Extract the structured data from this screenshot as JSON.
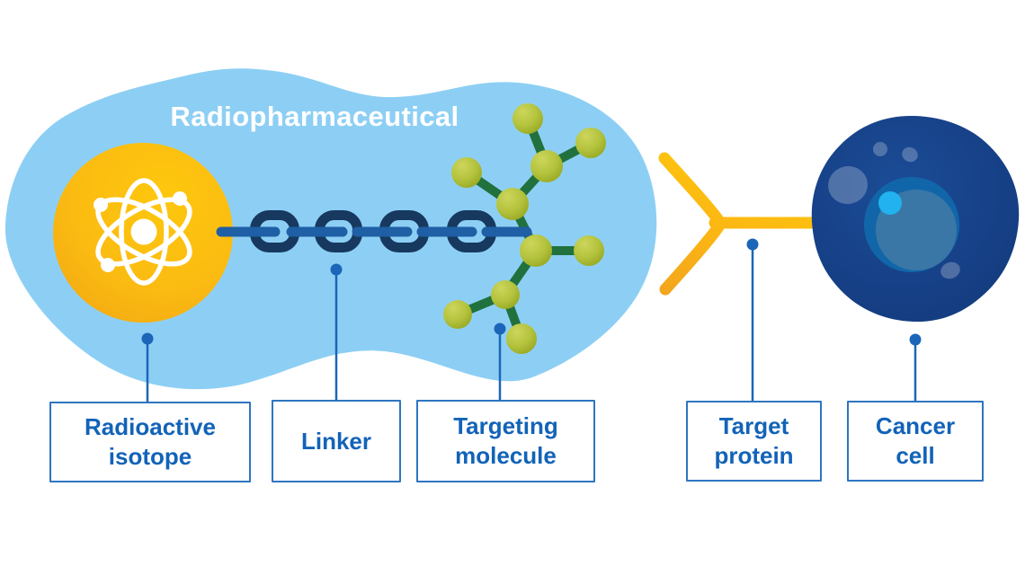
{
  "title": "Radiopharmaceutical",
  "boxes": [
    {
      "id": "radioactive-isotope",
      "line1": "Radioactive",
      "line2": "isotope"
    },
    {
      "id": "linker",
      "line1": "Linker",
      "line2": ""
    },
    {
      "id": "targeting-molecule",
      "line1": "Targeting",
      "line2": "molecule"
    },
    {
      "id": "target-protein",
      "line1": "Target",
      "line2": "protein"
    },
    {
      "id": "cancer-cell",
      "line1": "Cancer",
      "line2": "cell"
    }
  ],
  "colors": {
    "background": "#FFFFFF",
    "blob_blue": "#8DCFF4",
    "isotope_yellow": "#FBBB12",
    "isotope_shade": "#EFA213",
    "atom_icon": "#FFFFFF",
    "chain_link_navy": "#17395F",
    "chain_rod_blue": "#1E5FA5",
    "bond_green": "#21713E",
    "molecule_ball_light": "#CDD65C",
    "molecule_ball_dark": "#93A31D",
    "antibody_yellow": "#FBB414",
    "cell_body_navy": "#16418A",
    "nucleus_ring": "#1166A9",
    "nucleus_inner": "#3A77A6",
    "nucleus_highlight": "#21B2EF",
    "label_text": "#1263B8",
    "box_border": "#2E75C0",
    "connector_blue": "#1B66B8",
    "title_text": "#FFFFFF"
  }
}
